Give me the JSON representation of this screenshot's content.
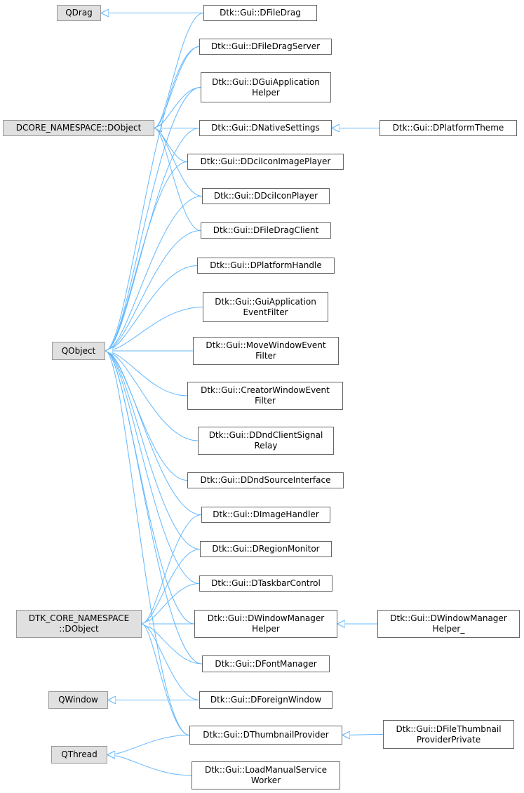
{
  "diagram": {
    "type": "class-inheritance-graph",
    "edge_color": "#63b8ff",
    "nodes": [
      {
        "id": "qdrag",
        "label": "QDrag",
        "external": true
      },
      {
        "id": "dfiledrag",
        "label": "Dtk::Gui::DFileDrag",
        "external": false
      },
      {
        "id": "dfiledragserver",
        "label": "Dtk::Gui::DFileDragServer",
        "external": false
      },
      {
        "id": "dguiapphelper",
        "label": "Dtk::Gui::DGuiApplication\nHelper",
        "external": false
      },
      {
        "id": "dcore_dobject",
        "label": "DCORE_NAMESPACE::DObject",
        "external": true
      },
      {
        "id": "dnativesettings",
        "label": "Dtk::Gui::DNativeSettings",
        "external": false
      },
      {
        "id": "dplatformtheme",
        "label": "Dtk::Gui::DPlatformTheme",
        "external": false
      },
      {
        "id": "ddciiconimageplayer",
        "label": "Dtk::Gui::DDciIconImagePlayer",
        "external": false
      },
      {
        "id": "ddciiconplayer",
        "label": "Dtk::Gui::DDciIconPlayer",
        "external": false
      },
      {
        "id": "dfiledragclient",
        "label": "Dtk::Gui::DFileDragClient",
        "external": false
      },
      {
        "id": "dplatformhandle",
        "label": "Dtk::Gui::DPlatformHandle",
        "external": false
      },
      {
        "id": "guiappeventfilter",
        "label": "Dtk::Gui::GuiApplication\nEventFilter",
        "external": false
      },
      {
        "id": "qobject",
        "label": "QObject",
        "external": true
      },
      {
        "id": "movewindoweventfilter",
        "label": "Dtk::Gui::MoveWindowEvent\nFilter",
        "external": false
      },
      {
        "id": "creatorwindoweventfilter",
        "label": "Dtk::Gui::CreatorWindowEvent\nFilter",
        "external": false
      },
      {
        "id": "ddndclientsignalrelay",
        "label": "Dtk::Gui::DDndClientSignal\nRelay",
        "external": false
      },
      {
        "id": "ddndsourceinterface",
        "label": "Dtk::Gui::DDndSourceInterface",
        "external": false
      },
      {
        "id": "dimagehandler",
        "label": "Dtk::Gui::DImageHandler",
        "external": false
      },
      {
        "id": "dregionmonitor",
        "label": "Dtk::Gui::DRegionMonitor",
        "external": false
      },
      {
        "id": "dtaskbarcontrol",
        "label": "Dtk::Gui::DTaskbarControl",
        "external": false
      },
      {
        "id": "dtk_core_dobject",
        "label": "DTK_CORE_NAMESPACE\n::DObject",
        "external": true
      },
      {
        "id": "dwindowmanagerhelper",
        "label": "Dtk::Gui::DWindowManager\nHelper",
        "external": false
      },
      {
        "id": "dwindowmanagerhelper_",
        "label": "Dtk::Gui::DWindowManager\nHelper_",
        "external": false
      },
      {
        "id": "dfontmanager",
        "label": "Dtk::Gui::DFontManager",
        "external": false
      },
      {
        "id": "qwindow",
        "label": "QWindow",
        "external": true
      },
      {
        "id": "dforeignwindow",
        "label": "Dtk::Gui::DForeignWindow",
        "external": false
      },
      {
        "id": "dthumbnailprovider",
        "label": "Dtk::Gui::DThumbnailProvider",
        "external": false
      },
      {
        "id": "dfilethumbnailproviderprivate",
        "label": "Dtk::Gui::DFileThumbnail\nProviderPrivate",
        "external": false
      },
      {
        "id": "qthread",
        "label": "QThread",
        "external": true
      },
      {
        "id": "loadmanualserviceworker",
        "label": "Dtk::Gui::LoadManualService\nWorker",
        "external": false
      }
    ],
    "edges": [
      {
        "from": "dfiledrag",
        "to": "qdrag"
      },
      {
        "from": "dfiledrag",
        "to": "dcore_dobject"
      },
      {
        "from": "dfiledragserver",
        "to": "dcore_dobject"
      },
      {
        "from": "dguiapphelper",
        "to": "dcore_dobject"
      },
      {
        "from": "dnativesettings",
        "to": "dcore_dobject"
      },
      {
        "from": "ddciiconimageplayer",
        "to": "dcore_dobject"
      },
      {
        "from": "ddciiconplayer",
        "to": "dcore_dobject"
      },
      {
        "from": "dfiledragclient",
        "to": "dcore_dobject"
      },
      {
        "from": "dplatformtheme",
        "to": "dnativesettings"
      },
      {
        "from": "dfiledragserver",
        "to": "qobject"
      },
      {
        "from": "dguiapphelper",
        "to": "qobject"
      },
      {
        "from": "dnativesettings",
        "to": "qobject"
      },
      {
        "from": "ddciiconimageplayer",
        "to": "qobject"
      },
      {
        "from": "ddciiconplayer",
        "to": "qobject"
      },
      {
        "from": "dfiledragclient",
        "to": "qobject"
      },
      {
        "from": "dplatformhandle",
        "to": "qobject"
      },
      {
        "from": "guiappeventfilter",
        "to": "qobject"
      },
      {
        "from": "movewindoweventfilter",
        "to": "qobject"
      },
      {
        "from": "creatorwindoweventfilter",
        "to": "qobject"
      },
      {
        "from": "ddndclientsignalrelay",
        "to": "qobject"
      },
      {
        "from": "ddndsourceinterface",
        "to": "qobject"
      },
      {
        "from": "dimagehandler",
        "to": "qobject"
      },
      {
        "from": "dregionmonitor",
        "to": "qobject"
      },
      {
        "from": "dtaskbarcontrol",
        "to": "qobject"
      },
      {
        "from": "dwindowmanagerhelper",
        "to": "qobject"
      },
      {
        "from": "dfontmanager",
        "to": "qobject"
      },
      {
        "from": "dthumbnailprovider",
        "to": "qobject"
      },
      {
        "from": "dimagehandler",
        "to": "dtk_core_dobject"
      },
      {
        "from": "dregionmonitor",
        "to": "dtk_core_dobject"
      },
      {
        "from": "dtaskbarcontrol",
        "to": "dtk_core_dobject"
      },
      {
        "from": "dwindowmanagerhelper",
        "to": "dtk_core_dobject"
      },
      {
        "from": "dfontmanager",
        "to": "dtk_core_dobject"
      },
      {
        "from": "dforeignwindow",
        "to": "dtk_core_dobject"
      },
      {
        "from": "dthumbnailprovider",
        "to": "dtk_core_dobject"
      },
      {
        "from": "dwindowmanagerhelper_",
        "to": "dwindowmanagerhelper"
      },
      {
        "from": "dforeignwindow",
        "to": "qwindow"
      },
      {
        "from": "dthumbnailprovider",
        "to": "qthread"
      },
      {
        "from": "loadmanualserviceworker",
        "to": "qthread"
      },
      {
        "from": "dfilethumbnailproviderprivate",
        "to": "dthumbnailprovider"
      }
    ]
  }
}
